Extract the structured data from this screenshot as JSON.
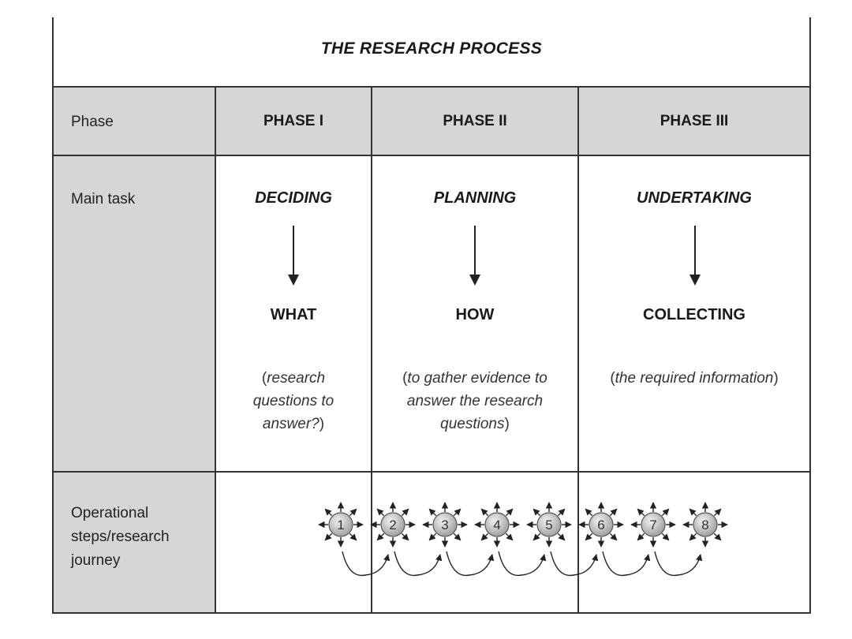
{
  "title": "THE RESEARCH PROCESS",
  "row_labels": {
    "phase": "Phase",
    "main_task": "Main task",
    "operational": [
      "Operational",
      "steps/research",
      "journey"
    ]
  },
  "phases": [
    {
      "name": "PHASE I",
      "task": "DECIDING",
      "key": "WHAT",
      "note_lines": [
        [
          "(",
          "research"
        ],
        [
          "questions to"
        ],
        [
          "answer?",
          ")"
        ]
      ]
    },
    {
      "name": "PHASE II",
      "task": "PLANNING",
      "key": "HOW",
      "note_lines": [
        [
          "(",
          "to gather evidence to"
        ],
        [
          "answer the research"
        ],
        [
          "questions",
          ")"
        ]
      ]
    },
    {
      "name": "PHASE III",
      "task": "UNDERTAKING",
      "key": "COLLECTING",
      "note_lines": [
        [
          "(",
          "the required information",
          ")"
        ]
      ]
    }
  ],
  "steps": [
    "1",
    "2",
    "3",
    "4",
    "5",
    "6",
    "7",
    "8"
  ],
  "colors": {
    "shade": "#d6d6d6",
    "line": "#333333",
    "node_fill": "#c8c8c8"
  }
}
